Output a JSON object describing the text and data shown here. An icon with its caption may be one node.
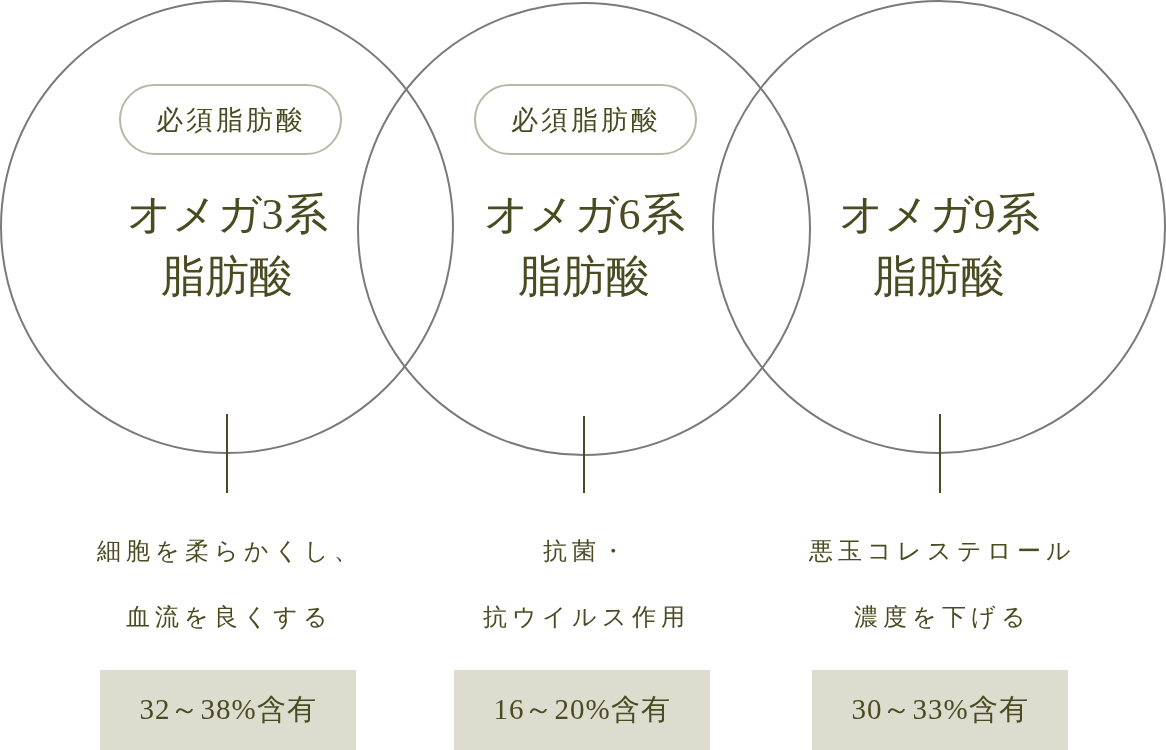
{
  "diagram": {
    "nodes": [
      {
        "text": [
          "オメガ3系脂肪酸"
        ]
      },
      {
        "text": [
          "必須脂肪酸"
        ],
        "in": 0
      },
      {
        "text": [
          "オメガ6系脂肪酸"
        ]
      },
      {
        "text": [
          "必須脂肪酸"
        ],
        "in": 2
      },
      {
        "text": [
          "オメガ9系脂肪酸"
        ]
      },
      {
        "text": [
          "細胞を柔らかくし、血流を良くする"
        ]
      },
      {
        "text": [
          "抗菌・抗ウイルス作用"
        ]
      },
      {
        "text": [
          "悪玉コレステロール濃度を下げる"
        ]
      },
      {
        "text": [
          "32～38%含有"
        ]
      },
      {
        "text": [
          "16～20%含有"
        ]
      },
      {
        "text": [
          "30～33%含有"
        ]
      }
    ],
    "edges": [
      {
        "from": 0,
        "to": 5,
        "arrow": "none"
      },
      {
        "from": 2,
        "to": 6,
        "arrow": "none"
      },
      {
        "from": 4,
        "to": 7,
        "arrow": "none"
      }
    ]
  }
}
